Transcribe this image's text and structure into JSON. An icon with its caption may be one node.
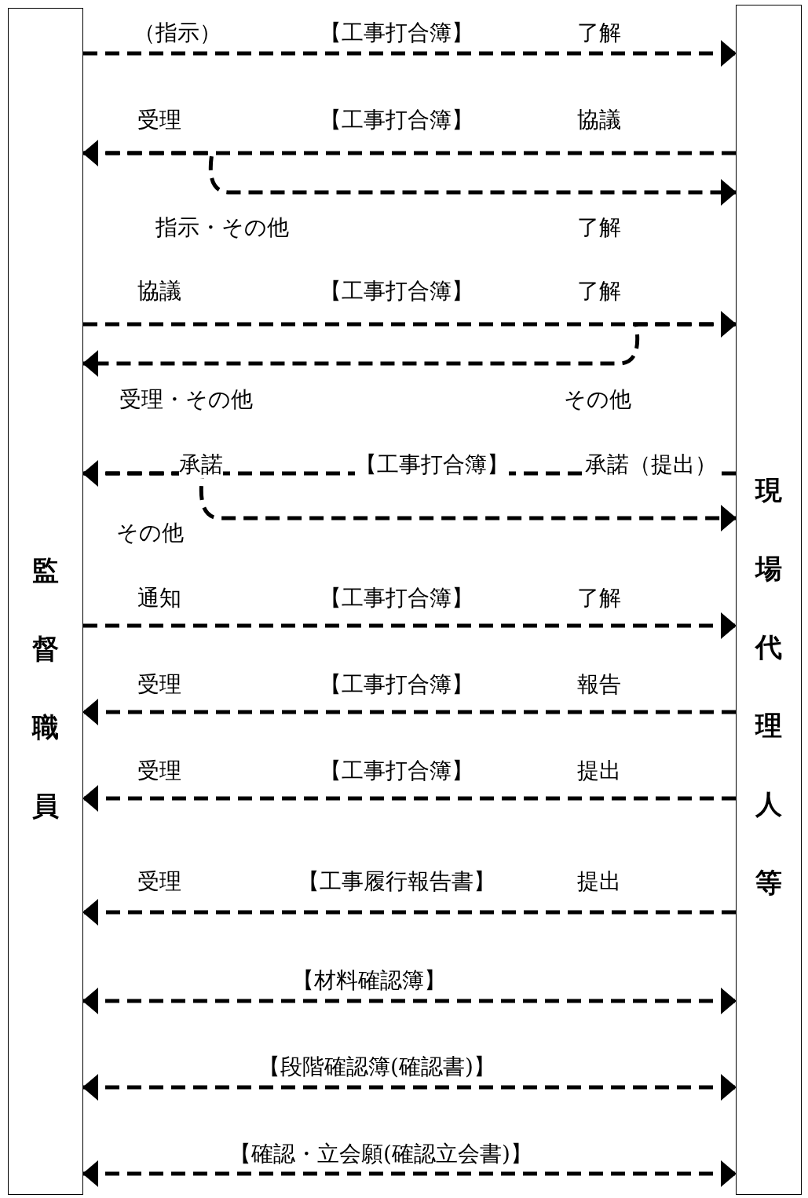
{
  "diagram": {
    "nodes": [
      {
        "text": [
          "監督職員"
        ]
      },
      {
        "text": [
          "現場代理人等"
        ]
      }
    ],
    "edges": [
      {
        "from": 0,
        "to": 1,
        "arrow": "to",
        "style": "dashed",
        "label": "【工事打合簿】"
      },
      {
        "from": 1,
        "to": 0,
        "arrow": "to",
        "style": "dashed",
        "label": "【工事打合簿】"
      },
      {
        "from": 0,
        "to": 1,
        "arrow": "to",
        "style": "dashed"
      },
      {
        "from": 0,
        "to": 1,
        "arrow": "to",
        "style": "dashed",
        "label": "【工事打合簿】"
      },
      {
        "from": 1,
        "to": 0,
        "arrow": "to",
        "style": "dashed"
      },
      {
        "from": 1,
        "to": 0,
        "arrow": "to",
        "style": "dashed",
        "label": "【工事打合簿】"
      },
      {
        "from": 0,
        "to": 1,
        "arrow": "to",
        "style": "dashed"
      },
      {
        "from": 0,
        "to": 1,
        "arrow": "to",
        "style": "dashed",
        "label": "【工事打合簿】"
      },
      {
        "from": 1,
        "to": 0,
        "arrow": "to",
        "style": "dashed",
        "label": "【工事打合簿】"
      },
      {
        "from": 1,
        "to": 0,
        "arrow": "to",
        "style": "dashed",
        "label": "【工事打合簿】"
      },
      {
        "from": 1,
        "to": 0,
        "arrow": "to",
        "style": "dashed",
        "label": "【工事履行報告書】"
      },
      {
        "from": 0,
        "to": 1,
        "arrow": "both",
        "style": "dashed",
        "label": "【材料確認簿】"
      },
      {
        "from": 0,
        "to": 1,
        "arrow": "both",
        "style": "dashed",
        "label": "【段階確認簿(確認書)】"
      },
      {
        "from": 0,
        "to": 1,
        "arrow": "both",
        "style": "dashed",
        "label": "【確認・立会願(確認立会書)】"
      }
    ],
    "labels": [
      "（指示）",
      "了解",
      "受理",
      "協議",
      "指示・その他",
      "了解",
      "協議",
      "了解",
      "受理・その他",
      "その他",
      "承諾",
      "承諾（提出）",
      "その他",
      "通知",
      "了解",
      "受理",
      "報告",
      "受理",
      "提出",
      "受理",
      "提出"
    ]
  }
}
